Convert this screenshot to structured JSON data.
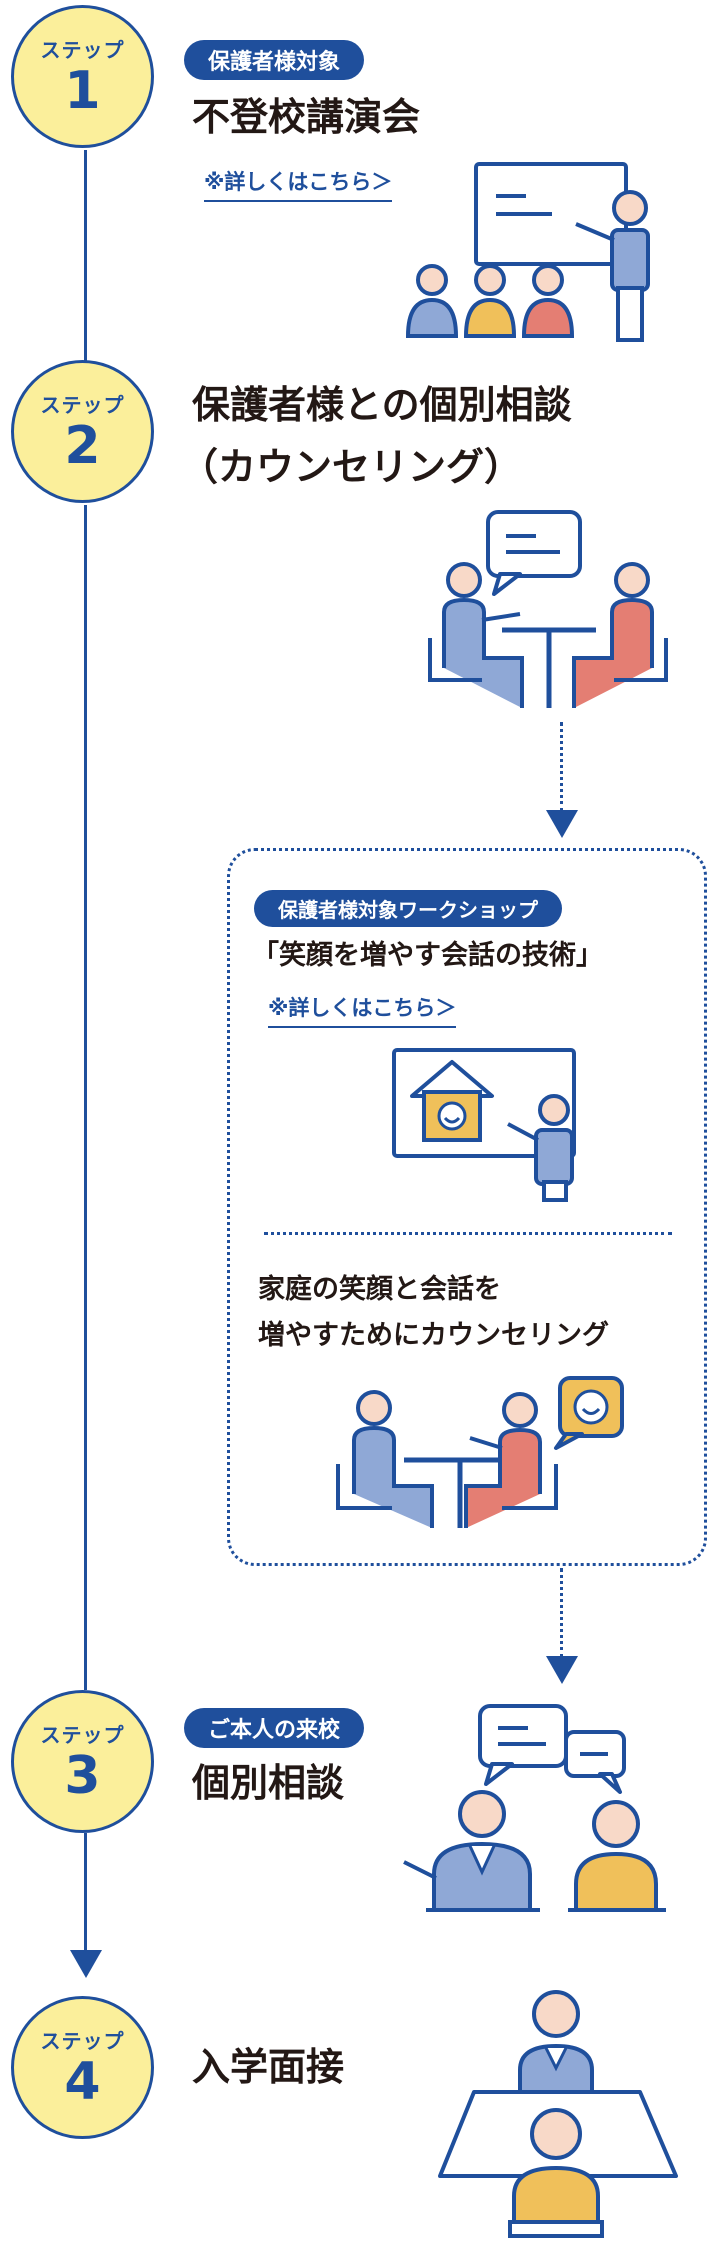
{
  "colors": {
    "navy": "#1f4f9c",
    "yellow": "#fbef9b",
    "blue_person": "#8fa8d6",
    "red_person": "#e47e73",
    "orange_person": "#f0c05a",
    "skin": "#f8d9c8"
  },
  "steps": [
    {
      "label": "ステップ",
      "number": "1",
      "badge": "保護者様対象",
      "title": "不登校講演会",
      "link": "※詳しくはこちら＞"
    },
    {
      "label": "ステップ",
      "number": "2",
      "title_line1": "保護者様との個別相談",
      "title_line2": "（カウンセリング）"
    },
    {
      "label": "ステップ",
      "number": "3",
      "badge": "ご本人の来校",
      "title": "個別相談"
    },
    {
      "label": "ステップ",
      "number": "4",
      "title": "入学面接"
    }
  ],
  "workshop": {
    "badge": "保護者様対象ワークショップ",
    "title": "「笑顔を増やす会話の技術」",
    "link": "※詳しくはこちら＞",
    "counseling_line1": "家庭の笑顔と会話を",
    "counseling_line2": "増やすためにカウンセリング"
  },
  "icons": [
    "seminar-icon",
    "counseling-icon",
    "workshop-icon",
    "family-counseling-icon",
    "consultation-icon",
    "interview-icon",
    "arrow-down-icon"
  ]
}
